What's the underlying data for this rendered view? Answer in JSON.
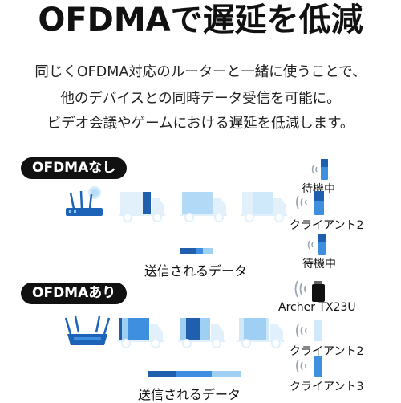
{
  "title": "OFDMAで遅延を低減",
  "description": {
    "line1": "同じくOFDMA対応のルーターと一緒に使うことで、",
    "line2": "他のデバイスとの同時データ受信を可能に。",
    "line3": "ビデオ会議やゲームにおける遅延を低減します。"
  },
  "without_section": {
    "badge": "OFDMAなし",
    "send_label": "送信されるデータ",
    "client_top_label": "待機中",
    "client_mid_label": "クライアント2",
    "client_bottom_label": "待機中"
  },
  "with_section": {
    "badge": "OFDMAあり",
    "send_label": "送信されるデータ",
    "adapter_label": "Archer TX23U",
    "client2_label": "クライアント2",
    "client3_label": "クライアント3"
  },
  "colors": {
    "dark_blue": "#1f5fae",
    "mid_blue": "#3f8fe0",
    "light_blue": "#9fd0f3",
    "pale_blue": "#cfe8fa",
    "router_blue": "#1d63b8",
    "signal_gray": "#9aa6b2",
    "black": "#111111"
  },
  "icons": [
    "router-icon",
    "wifi-router-icon",
    "truck-icon",
    "usb-adapter-icon",
    "usb-stick-icon",
    "signal-waves-icon"
  ]
}
